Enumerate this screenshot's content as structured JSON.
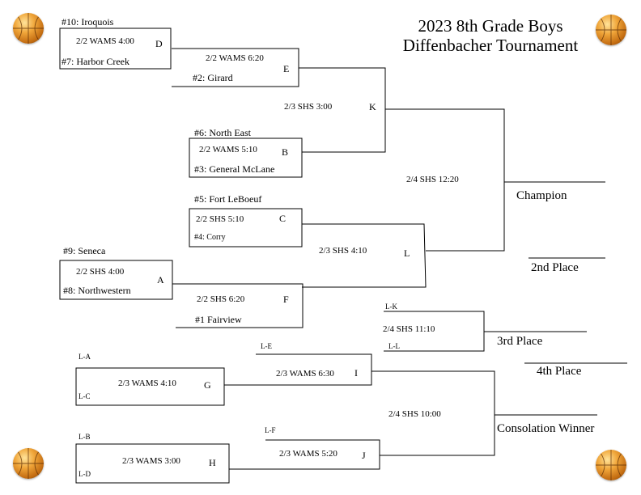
{
  "title": {
    "line1": "2023 8th Grade Boys",
    "line2": "Diffenbacher Tournament"
  },
  "games": {
    "D": {
      "letter": "D",
      "info": "2/2 WAMS  4:00",
      "team_top": "#10: Iroquois",
      "team_bottom": "#7: Harbor Creek"
    },
    "E": {
      "letter": "E",
      "info": "2/2 WAMS 6:20",
      "team_bottom": "#2: Girard"
    },
    "B": {
      "letter": "B",
      "info": "2/2 WAMS 5:10",
      "team_top": "#6: North East",
      "team_bottom": "#3: General McLane"
    },
    "K": {
      "letter": "K",
      "info": "2/3 SHS 3:00"
    },
    "C": {
      "letter": "C",
      "info": "2/2 SHS 5:10",
      "team_top": "#5: Fort LeBoeuf",
      "team_bottom": "#4: Corry"
    },
    "A": {
      "letter": "A",
      "info": "2/2 SHS 4:00",
      "team_top": "#9:  Seneca",
      "team_bottom": "#8: Northwestern"
    },
    "F": {
      "letter": "F",
      "info": "2/2 SHS 6:20",
      "team_bottom": "#1 Fairview"
    },
    "L": {
      "letter": "L",
      "info": "2/3 SHS 4:10"
    },
    "final": {
      "info": "2/4 SHS 12:20"
    },
    "third": {
      "info": "2/4 SHS 11:10",
      "team_top": "L-K",
      "team_bottom": "L-L"
    },
    "G": {
      "letter": "G",
      "info": "2/3 WAMS 4:10",
      "team_top": "L-A",
      "team_bottom": "L-C"
    },
    "I": {
      "letter": "I",
      "info": "2/3 WAMS 6:30",
      "team_top": "L-E"
    },
    "H": {
      "letter": "H",
      "info": "2/3 WAMS 3:00",
      "team_top": "L-B",
      "team_bottom": "L-D"
    },
    "J": {
      "letter": "J",
      "info": "2/3 WAMS 5:20",
      "team_top": "L-F"
    },
    "consolation": {
      "info": "2/4 SHS  10:00"
    }
  },
  "places": {
    "champion": "Champion",
    "second": "2nd Place",
    "third": "3rd Place",
    "fourth": "4th Place",
    "consolation": "Consolation Winner"
  },
  "decor": {
    "ball_icon": "basketball-icon",
    "ball_color": "#e8902a"
  }
}
